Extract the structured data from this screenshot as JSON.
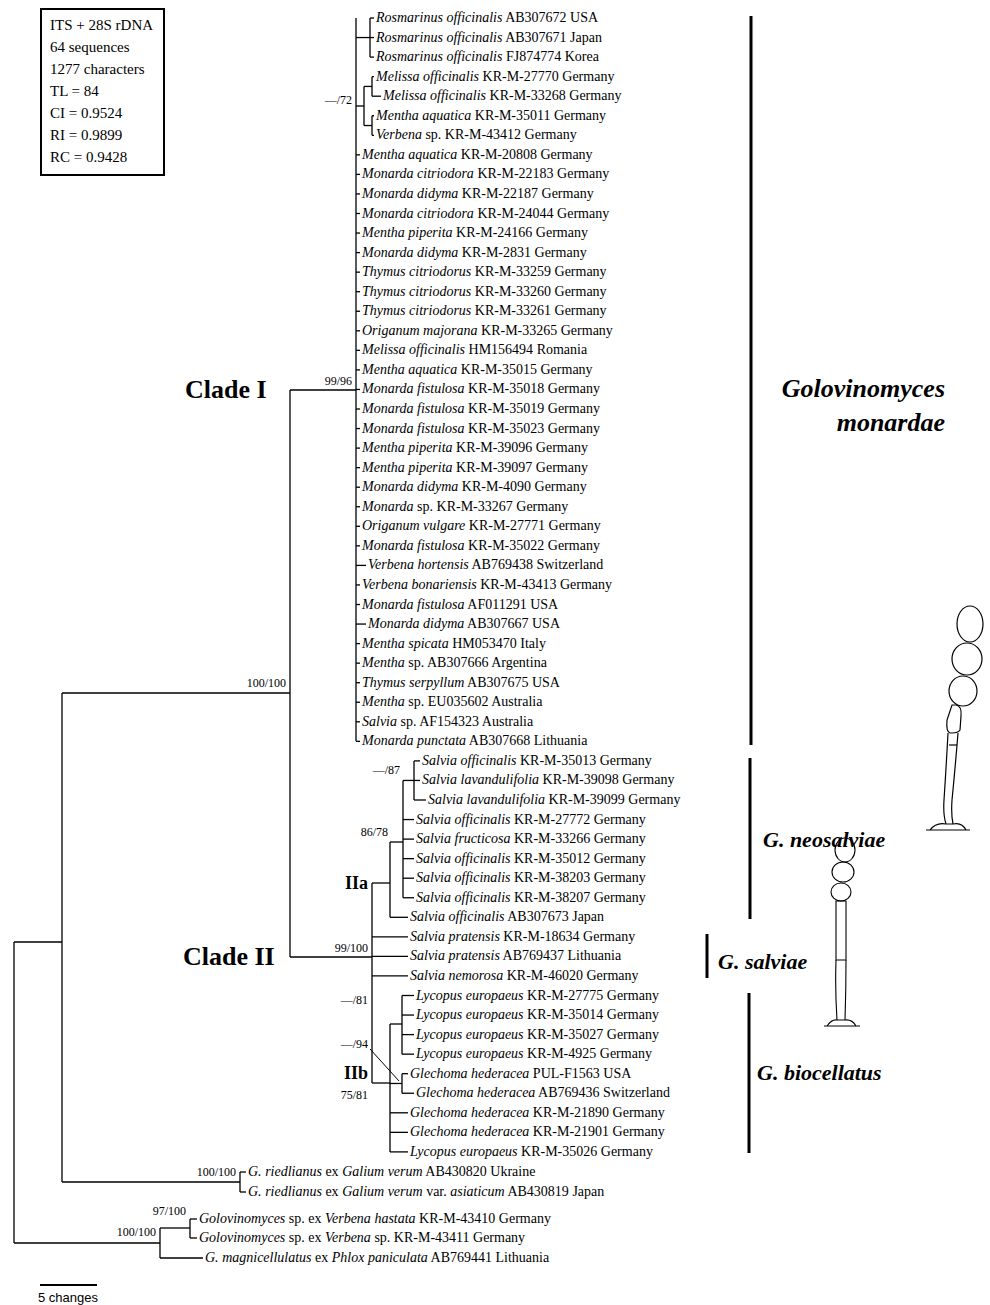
{
  "diagram": {
    "nodes": [
      {
        "text": [
          "ITS + 28S rDNA",
          "64 sequences",
          "1277 characters",
          "TL = 84",
          "CI = 0.9524",
          "RI = 0.9899",
          "RC = 0.9428"
        ]
      }
    ],
    "labels": [
      "Rosmarinus officinalis AB307672 USA",
      "Rosmarinus officinalis AB307671 Japan",
      "Rosmarinus officinalis FJ874774 Korea",
      "Melissa officinalis KR-M-27770 Germany",
      "Melissa officinalis KR-M-33268 Germany",
      "Mentha aquatica KR-M-35011 Germany",
      "Verbena sp. KR-M-43412 Germany",
      "Mentha aquatica KR-M-20808 Germany",
      "Monarda citriodora KR-M-22183 Germany",
      "Monarda didyma KR-M-22187 Germany",
      "Monarda citriodora KR-M-24044 Germany",
      "Mentha piperita KR-M-24166 Germany",
      "Monarda didyma KR-M-2831 Germany",
      "Thymus citriodorus KR-M-33259 Germany",
      "Thymus citriodorus KR-M-33260 Germany",
      "Thymus citriodorus KR-M-33261 Germany",
      "Origanum majorana KR-M-33265 Germany",
      "Melissa officinalis HM156494 Romania",
      "Mentha aquatica KR-M-35015 Germany",
      "Monarda fistulosa KR-M-35018 Germany",
      "Monarda fistulosa KR-M-35019 Germany",
      "Monarda fistulosa KR-M-35023 Germany",
      "Mentha piperita KR-M-39096 Germany",
      "Mentha piperita KR-M-39097 Germany",
      "Monarda didyma KR-M-4090 Germany",
      "Monarda sp. KR-M-33267 Germany",
      "Origanum vulgare KR-M-27771 Germany",
      "Monarda fistulosa KR-M-35022 Germany",
      "Verbena hortensis AB769438 Switzerland",
      "Verbena bonariensis KR-M-43413 Germany",
      "Monarda fistulosa AF011291 USA",
      "Monarda didyma AB307667 USA",
      "Mentha spicata HM053470 Italy",
      "Mentha sp. AB307666 Argentina",
      "Thymus serpyllum AB307675 USA",
      "Mentha sp. EU035602 Australia",
      "Salvia sp. AF154323 Australia",
      "Monarda punctata AB307668 Lithuania",
      "Salvia officinalis KR-M-35013 Germany",
      "Salvia lavandulifolia KR-M-39098 Germany",
      "Salvia lavandulifolia KR-M-39099 Germany",
      "Salvia officinalis KR-M-27772 Germany",
      "Salvia fructicosa KR-M-33266 Germany",
      "Salvia officinalis KR-M-35012 Germany",
      "Salvia officinalis KR-M-38203 Germany",
      "Salvia officinalis KR-M-38207 Germany",
      "Salvia officinalis AB307673 Japan",
      "Salvia pratensis KR-M-18634 Germany",
      "Salvia pratensis AB769437 Lithuania",
      "Salvia nemorosa KR-M-46020 Germany",
      "Lycopus europaeus KR-M-27775 Germany",
      "Lycopus europaeus KR-M-35014 Germany",
      "Lycopus europaeus KR-M-35027 Germany",
      "Lycopus europaeus KR-M-4925 Germany",
      "Glechoma hederacea PUL-F1563 USA",
      "Glechoma hederacea AB769436 Switzerland",
      "Glechoma hederacea KR-M-21890 Germany",
      "Glechoma hederacea KR-M-21901 Germany",
      "Lycopus europaeus KR-M-35026 Germany",
      "G. riedlianus ex Galium verum AB430820 Ukraine",
      "G. riedlianus ex Galium verum var. asiaticum AB430819 Japan",
      "Golovinomyces sp. ex Verbena hastata KR-M-43410 Germany",
      "Golovinomyces sp. ex Verbena sp. KR-M-43411 Germany",
      "G. magnicellulatus ex Phlox paniculata AB769441 Lithuania",
      "—/72",
      "99/96",
      "100/100",
      "—/87",
      "86/78",
      "99/100",
      "—/81",
      "—/94",
      "75/81",
      "100/100",
      "97/100",
      "100/100",
      "Clade I",
      "Clade II",
      "IIa",
      "IIb",
      "Golovinomyces monardae",
      "G. neosalviae",
      "G. salviae",
      "G. biocellatus",
      "5 changes"
    ]
  }
}
